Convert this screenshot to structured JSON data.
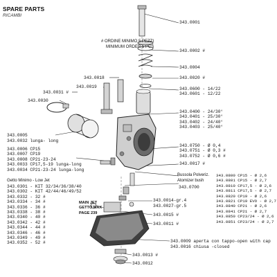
{
  "header": {
    "title": "SPARE PARTS",
    "subtitle": "RICAMBI"
  },
  "notes": {
    "order_it": "# ORDINE MINIMO 5 PEZZI",
    "order_en": "MINIMUM ORDER 5 PCS",
    "main_jet": [
      "MAIN JET",
      "GETTO MAX",
      "PAGE 239"
    ]
  },
  "labels": {
    "p0001": "343.0001",
    "p0002": "343.0002 #",
    "p0004": "343.0004",
    "p0020": "343.0020 #",
    "p0600": "343.0600 - 14/22",
    "p0601": "343.0601 - 12/22",
    "p0018": "343.0018",
    "p0019": "343.0019",
    "p0031": "343.0031 #",
    "p0030": "343.0030",
    "p0400": "343.0400 - 24/30°",
    "p0401": "343.0401 - 25/30°",
    "p0402": "343.0402 - 24/40°",
    "p0403": "343.0403 - 25/40°",
    "p0005": "343.0005",
    "p0032": "343.0032 lunga- long",
    "p0006": "343.0006  CP15",
    "p0007": "343.0007  CP19",
    "p0008": "343.0008  CP21-23-24",
    "p0033": "343.0033  CP17,5-19 lunga-long",
    "p0034": "343.0034  CP21-23-24 lunga-long",
    "p0750": "343.0750 - Ø 0,4",
    "p0751": "343.0751 - Ø 0,3 #",
    "p0752": "343.0752 - Ø 0,6 #",
    "p0017": "343.0017 #",
    "p0700": "343.0700",
    "p0014": "343.0014-gr.4",
    "p0027": "343.0027-gr.5",
    "p0015": "343.0015 #",
    "p0011": "343.0011 #",
    "p0009": "343.0009  aperta con tappo-open with cap",
    "p0016": "343.0016  chiusa -closed",
    "p0013": "343.0013 #",
    "p0012": "343.0012"
  },
  "getto_minimo": {
    "heading": "Getto Minimo - Low Jet",
    "items": [
      "343.0301 - KIT  32/34/36/38/40",
      "343.0302 - KIT  42/44/46/49/52",
      "343.0332 - 32 #",
      "343.0334 - 34 #",
      "343.0336 - 36 #",
      "343.0338 - 38 #",
      "343.0340 - 40 #",
      "343.0342 - 42 #",
      "343.0344 - 44 #",
      "343.0346 - 46 #",
      "343.0349 - 49 #",
      "343.0352 - 52 #"
    ]
  },
  "bussola": {
    "heading_a": "Bussola Polveriz.",
    "heading_b": "Atomizer bush",
    "items": [
      "343.0800   CP15  - Ø 2,6",
      "343.0801   CP15  - Ø 2,7",
      "343.0810   CP17,5 - Ø 2,6",
      "343.0811   CP17,5 - Ø 2,7",
      "343.0820   CP19  - Ø 2,6",
      "343.0821   CP19 EVO - Ø 2,7",
      "343.0840   CP21  - Ø 2,6",
      "343.0841   CP21  - Ø 2,7",
      "343.0850   CP23/24 - Ø 2,6",
      "343.0851   CP23/24 - Ø 2,7"
    ]
  },
  "colors": {
    "ink": "#111111",
    "part_fill": "#dcdcdc",
    "part_dark": "#555555"
  }
}
